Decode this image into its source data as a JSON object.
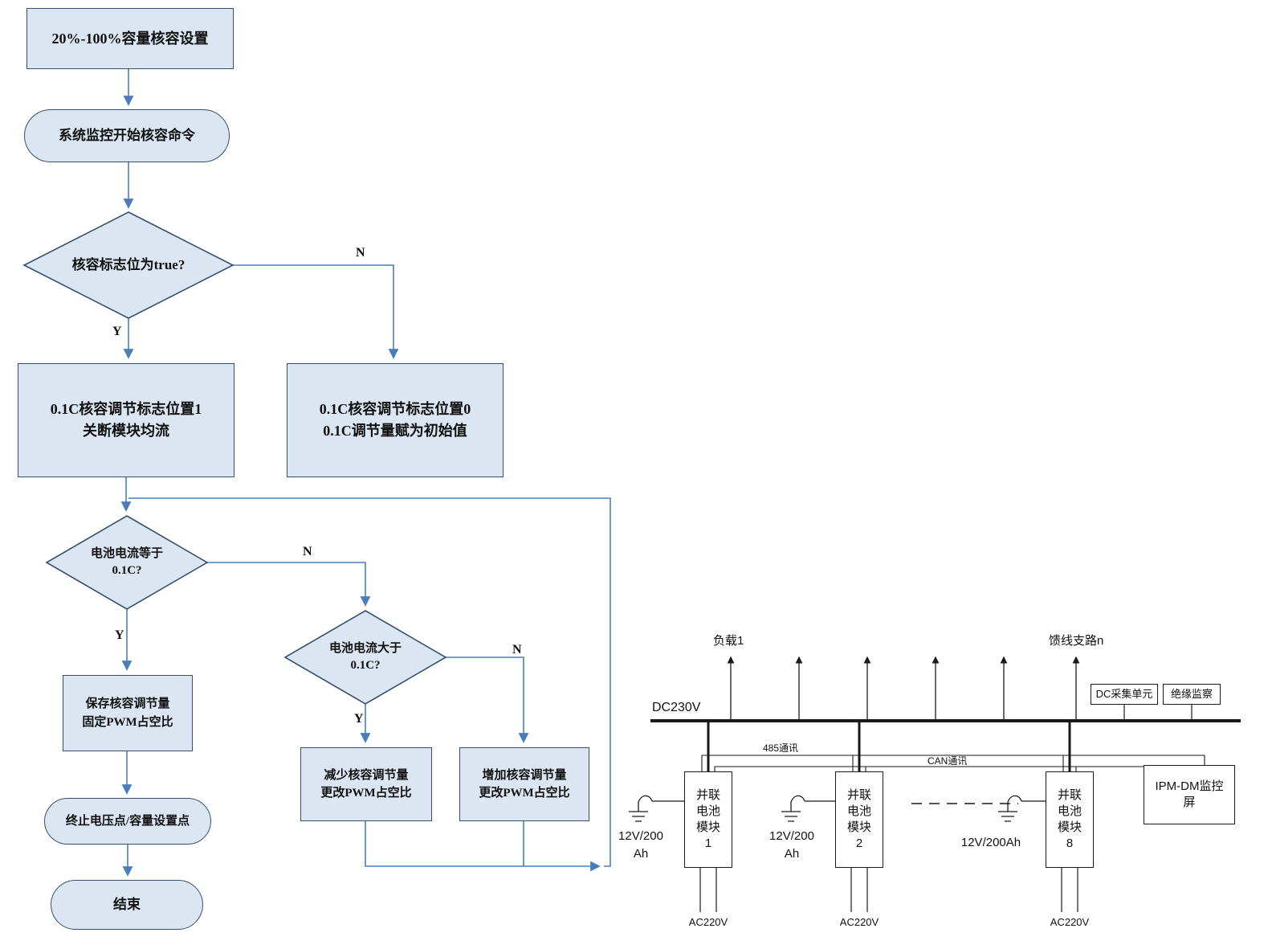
{
  "colors": {
    "shape_fill": "#dce6f2",
    "shape_border": "#35506e",
    "flow_arrow": "#4a7ebb",
    "diagram_line": "#1a1a1a"
  },
  "flowchart": {
    "nodes": {
      "start": "20%-100%容量核容设置",
      "command": "系统监控开始核容命令",
      "decision_flag": "核容标志位为true?",
      "flag1_line1": "0.1C核容调节标志位置1",
      "flag1_line2": "关断模块均流",
      "flag0_line1": "0.1C核容调节标志位置0",
      "flag0_line2": "0.1C调节量赋为初始值",
      "decision_eq_line1": "电池电流等于",
      "decision_eq_line2": "0.1C?",
      "save_line1": "保存核容调节量",
      "save_line2": "固定PWM占空比",
      "terminate": "终止电压点/容量设置点",
      "end": "结束",
      "decision_gt_line1": "电池电流大于",
      "decision_gt_line2": "0.1C?",
      "decrease_line1": "减少核容调节量",
      "decrease_line2": "更改PWM占空比",
      "increase_line1": "增加核容调节量",
      "increase_line2": "更改PWM占空比"
    },
    "branch_labels": {
      "yes": "Y",
      "no": "N"
    }
  },
  "system": {
    "bus_label": "DC230V",
    "load_label": "负载1",
    "feeder_label": "馈线支路n",
    "dc_unit": "DC采集单元",
    "insulation": "绝缘监察",
    "comm_485": "485通讯",
    "comm_can": "CAN通讯",
    "monitor_line1": "IPM-DM监控",
    "monitor_line2": "屏",
    "modules": [
      {
        "l1": "并联",
        "l2": "电池",
        "l3": "模块",
        "num": "1",
        "battery1": "12V/200",
        "battery2": "Ah",
        "ac": "AC220V"
      },
      {
        "l1": "并联",
        "l2": "电池",
        "l3": "模块",
        "num": "2",
        "battery1": "12V/200",
        "battery2": "Ah",
        "ac": "AC220V"
      },
      {
        "l1": "并联",
        "l2": "电池",
        "l3": "模块",
        "num": "8",
        "battery1": "12V/200Ah",
        "battery2": "",
        "ac": "AC220V"
      }
    ]
  }
}
